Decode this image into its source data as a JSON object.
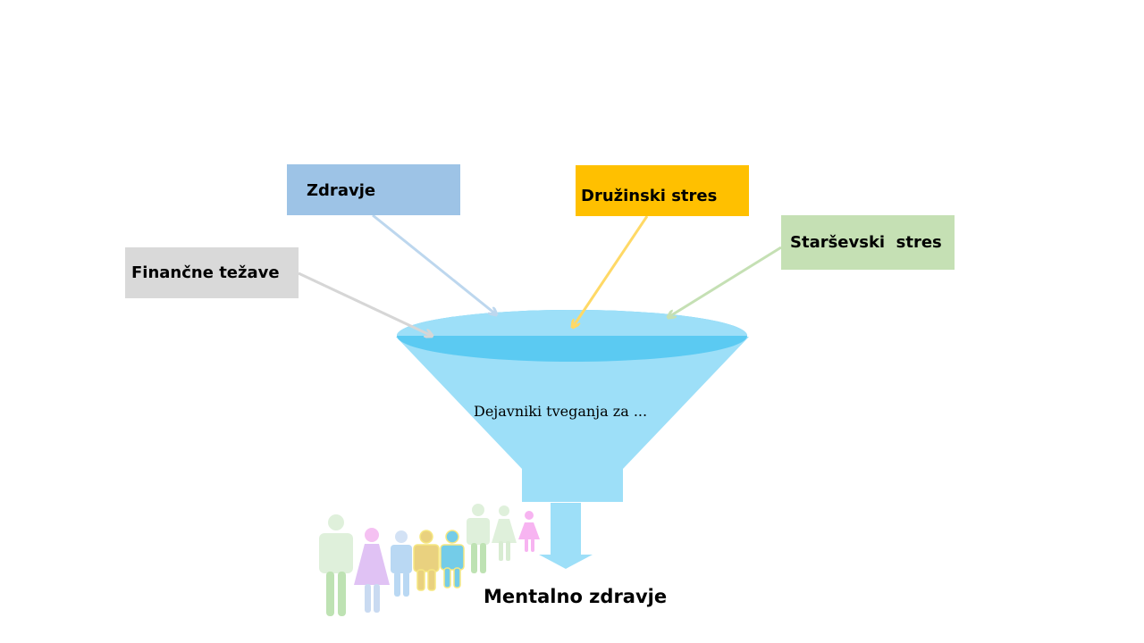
{
  "factors": [
    {
      "label": "Finančne težave",
      "color": "#d9d9d9",
      "arrow_color": "#d6d6d6"
    },
    {
      "label": "Zdravje",
      "color": "#9dc3e6",
      "arrow_color": "#bdd7ee"
    },
    {
      "label": "Družinski stres",
      "color": "#ffc000",
      "arrow_color": "#ffd966"
    },
    {
      "label": "Starševski  stres",
      "color": "#c5e0b4",
      "arrow_color": "#c5e0b4"
    }
  ],
  "funnel": {
    "label": "Dejavniki tveganja za ...",
    "body_color": "#9ddff8",
    "rim_color": "#5bcaf2"
  },
  "output": {
    "label": "Mentalno zdravje",
    "arrow_color": "#9ddff8"
  },
  "people_icons": [
    "person-icon",
    "woman-icon",
    "person-icon",
    "person-icon",
    "person-icon",
    "person-icon",
    "woman-icon",
    "girl-icon"
  ]
}
